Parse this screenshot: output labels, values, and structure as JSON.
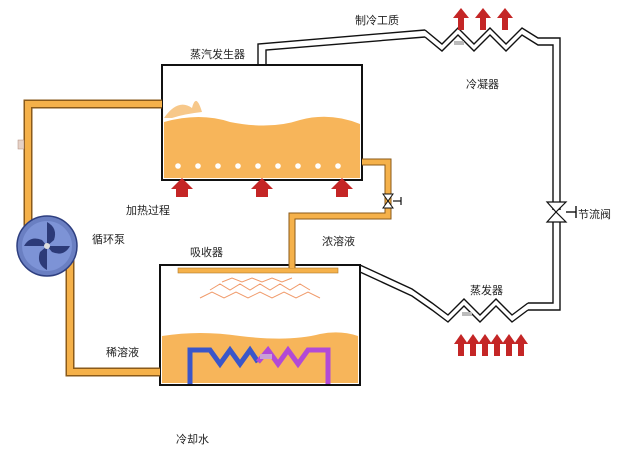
{
  "labels": {
    "refrigerant": "制冷工质",
    "generator": "蒸汽发生器",
    "condenser": "冷凝器",
    "heating": "加热过程",
    "pump": "循环泵",
    "absorber": "吸收器",
    "strong_solution": "浓溶液",
    "throttle_valve": "节流阀",
    "evaporator": "蒸发器",
    "weak_solution": "稀溶液",
    "cooling_water": "冷却水"
  },
  "colors": {
    "pipe_orange": "#f5b14a",
    "liquid_orange": "#f7b55a",
    "heat_arrow": "#c42626",
    "coil_blue": "#3a56c9",
    "coil_purple": "#b24ad6",
    "pump_blue": "#6a7fc2"
  }
}
